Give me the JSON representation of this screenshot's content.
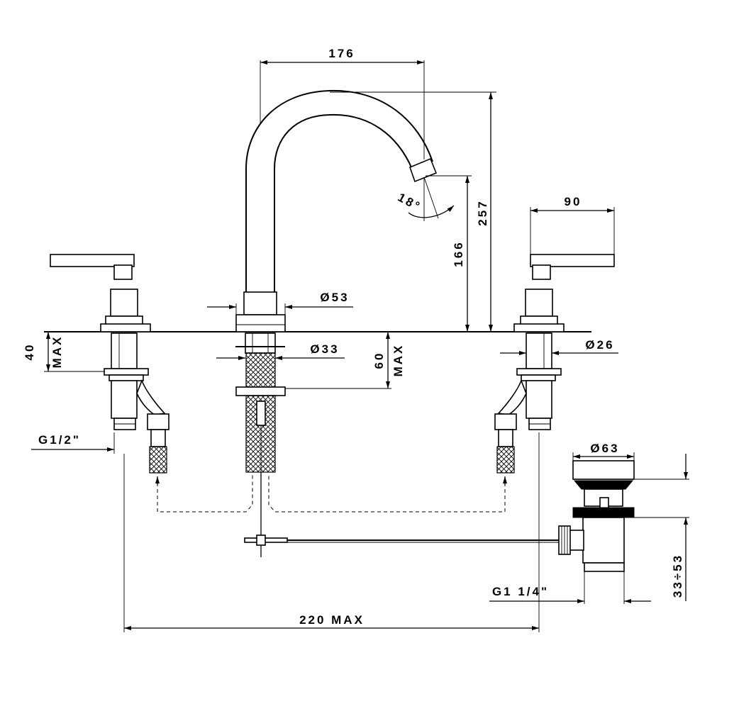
{
  "dimensions": {
    "spout_reach": "176",
    "total_height": "257",
    "spout_height": "166",
    "spout_angle": "18°",
    "handle_length": "90",
    "base_diameter": "Ø53",
    "shank_diameter": "Ø33",
    "valve_diameter": "Ø26",
    "deck_thickness_left": "40",
    "deck_thickness_left_max": "MAX",
    "deck_thickness_center": "60",
    "deck_thickness_center_max": "MAX",
    "inlet_thread": "G1/2\"",
    "waste_head_diameter": "Ø63",
    "waste_thread": "G1 1/4\"",
    "waste_range": "33÷53",
    "spread_max": "220 MAX"
  }
}
